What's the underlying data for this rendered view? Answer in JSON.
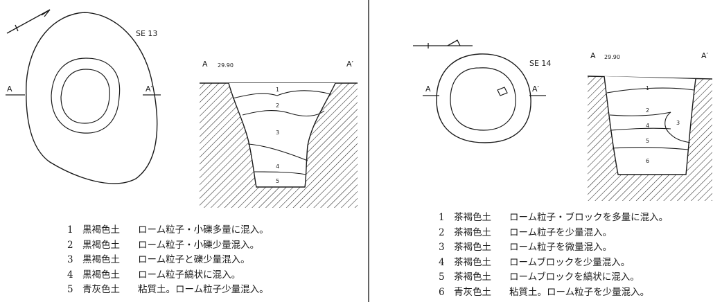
{
  "left": {
    "title": "SE 13",
    "section_left": "A",
    "section_right": "A′",
    "profile_left": "A",
    "elevation": "29.90",
    "profile_right": "A′",
    "layer_numbers": [
      "1",
      "2",
      "3",
      "4",
      "5"
    ],
    "legend": [
      {
        "num": "1",
        "soil": "黒褐色土",
        "desc": "ローム粒子・小礫多量に混入。"
      },
      {
        "num": "2",
        "soil": "黒褐色土",
        "desc": "ローム粒子・小礫少量混入。"
      },
      {
        "num": "3",
        "soil": "黒褐色土",
        "desc": "ローム粒子と礫少量混入。"
      },
      {
        "num": "4",
        "soil": "黒褐色土",
        "desc": "ローム粒子縞状に混入。"
      },
      {
        "num": "5",
        "soil": "青灰色土",
        "desc": "粘質土。ローム粒子少量混入。"
      }
    ]
  },
  "right": {
    "title": "SE 14",
    "section_left": "A",
    "section_right": "A′",
    "profile_left": "A",
    "elevation": "29.90",
    "profile_right": "A′",
    "layer_numbers": [
      "1",
      "2",
      "4",
      "3",
      "5",
      "6"
    ],
    "legend": [
      {
        "num": "1",
        "soil": "茶褐色土",
        "desc": "ローム粒子・ブロックを多量に混入。"
      },
      {
        "num": "2",
        "soil": "茶褐色土",
        "desc": "ローム粒子を少量混入。"
      },
      {
        "num": "3",
        "soil": "茶褐色土",
        "desc": "ローム粒子を微量混入。"
      },
      {
        "num": "4",
        "soil": "茶褐色土",
        "desc": "ロームブロックを少量混入。"
      },
      {
        "num": "5",
        "soil": "茶褐色土",
        "desc": "ロームブロックを縞状に混入。"
      },
      {
        "num": "6",
        "soil": "青灰色土",
        "desc": "粘質土。ローム粒子を少量混入。"
      }
    ]
  }
}
